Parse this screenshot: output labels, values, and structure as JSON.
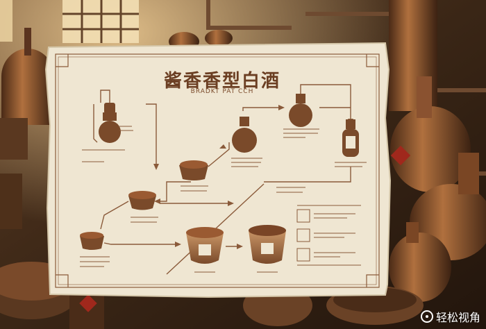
{
  "poster": {
    "title": "酱香香型白酒",
    "subtitle": "BRADKT PAT CCH"
  },
  "watermark": {
    "text": "轻松视角"
  },
  "colors": {
    "paper": "#efe6d2",
    "ink": "#6b3e22",
    "copper": "#8a5230",
    "factory_dark": "#2c1c10"
  }
}
